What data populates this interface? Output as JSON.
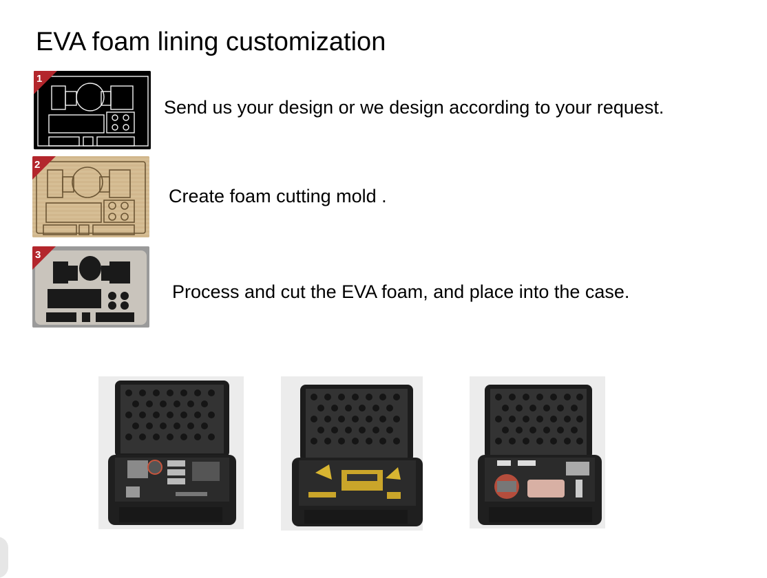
{
  "title": "EVA foam lining customization",
  "steps": [
    {
      "number": "1",
      "text": "Send us your design or we design according to your request."
    },
    {
      "number": "2",
      "text": "Create foam cutting mold ."
    },
    {
      "number": "3",
      "text": "Process and cut the EVA foam, and place into the case."
    }
  ],
  "colors": {
    "badge": "#b3262c",
    "step1_bg": "#000000",
    "step2_bg": "#d9c29a",
    "step3_bg": "#bdb8b0",
    "case": "#1c1c1c"
  },
  "products": [
    {
      "name": "action-camera-case"
    },
    {
      "name": "surveying-instrument-case"
    },
    {
      "name": "drone-case"
    }
  ]
}
